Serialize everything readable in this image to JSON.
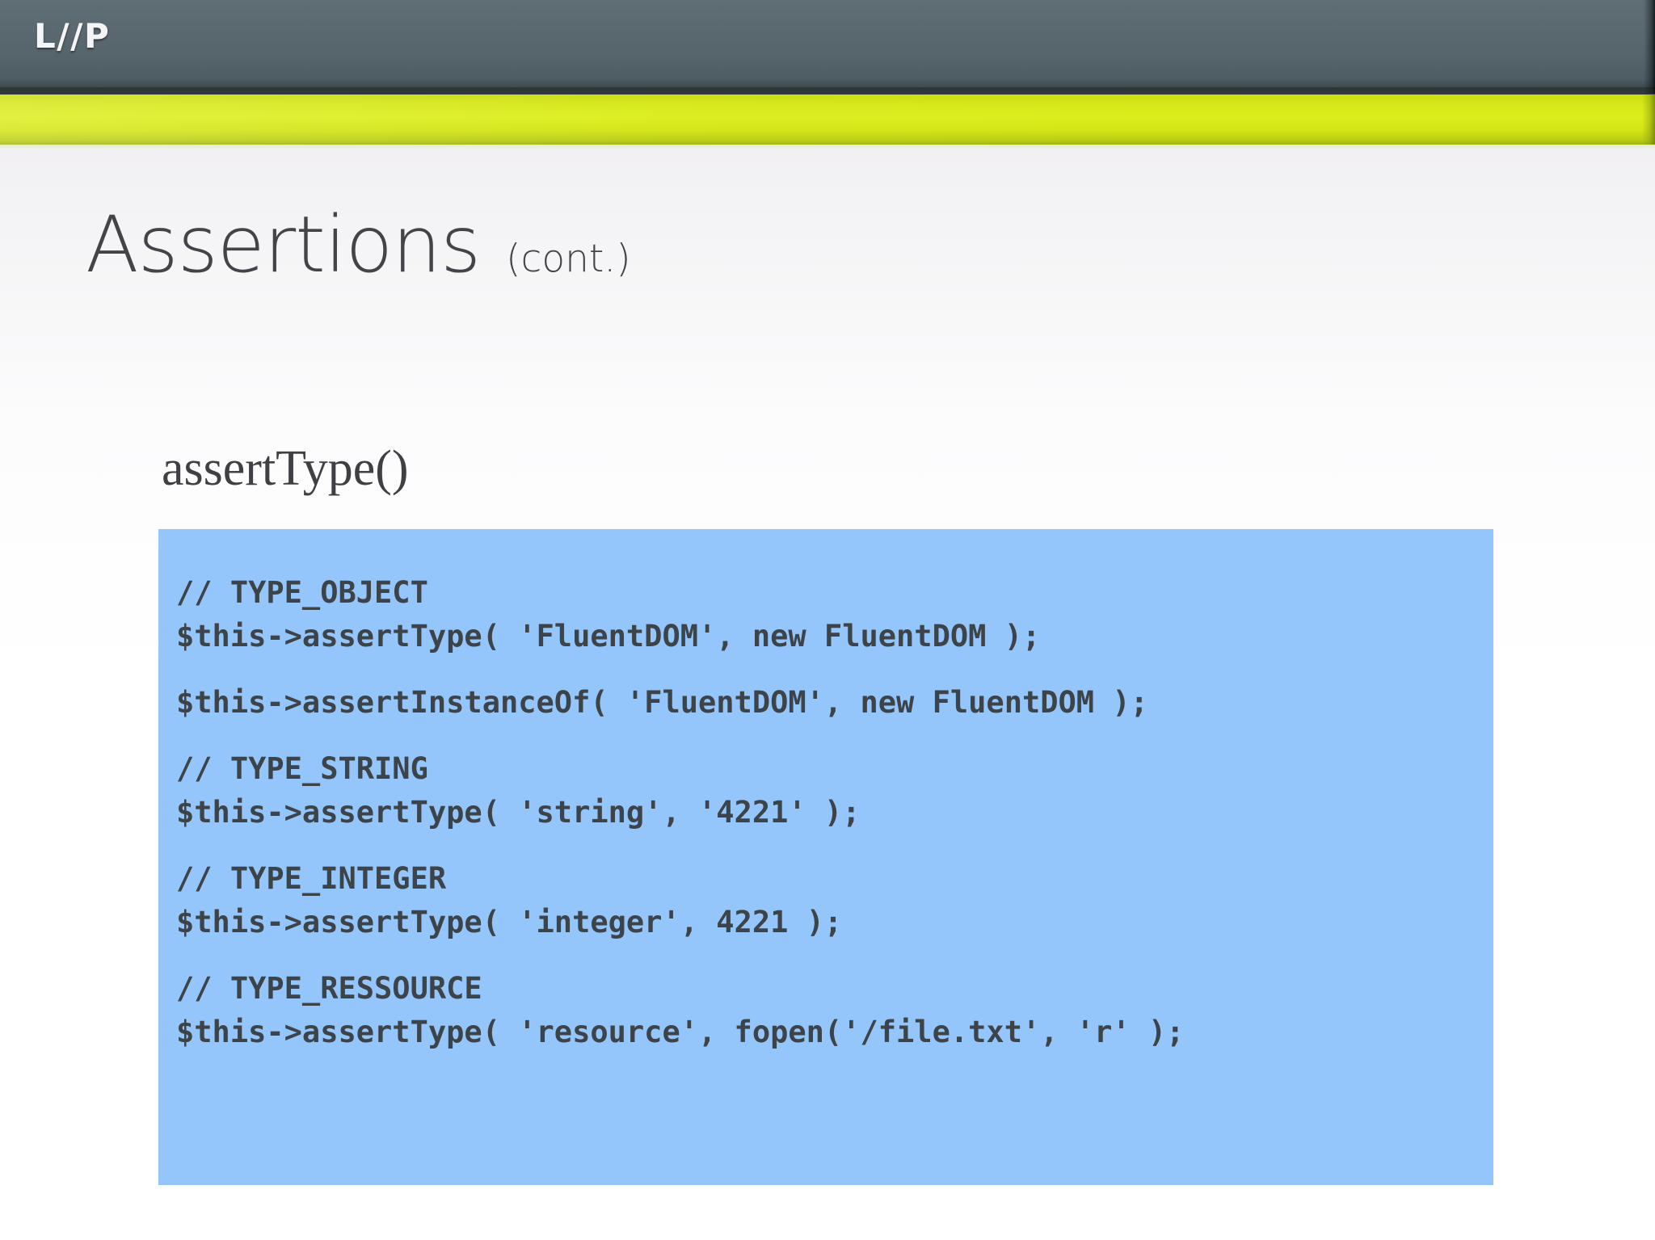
{
  "slide": {
    "logo_text": "L//P",
    "title": "Assertions",
    "title_suffix": "(cont.)",
    "section_heading": "assertType()",
    "code_lines": [
      "// TYPE_OBJECT",
      "$this->assertType( 'FluentDOM', new FluentDOM );",
      "",
      "$this->assertInstanceOf( 'FluentDOM', new FluentDOM );",
      "",
      "// TYPE_STRING",
      "$this->assertType( 'string', '4221' );",
      "",
      "// TYPE_INTEGER",
      "$this->assertType( 'integer', 4221 );",
      "",
      "// TYPE_RESSOURCE",
      "$this->assertType( 'resource', fopen('/file.txt', 'r' );"
    ]
  },
  "colors": {
    "header_band": "#56656b",
    "accent_band": "#d6e818",
    "code_background": "#95c6fb",
    "code_text": "#3c4349",
    "title_text": "#454348"
  }
}
